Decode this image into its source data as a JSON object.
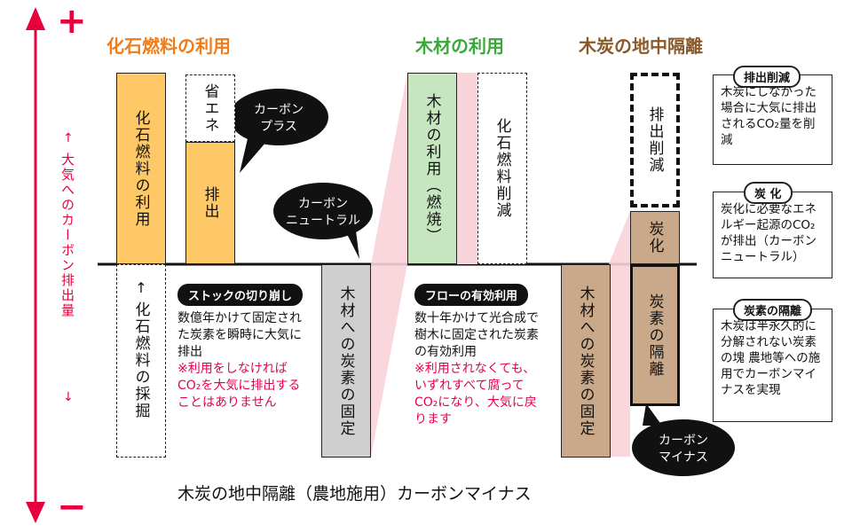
{
  "axis": {
    "plus": "+",
    "minus": "−",
    "label": "大気へのカーボン排出量",
    "up_arrow": "↑",
    "down_arrow": "↓",
    "color": "#e8003d"
  },
  "colors": {
    "orange": "#fdc865",
    "green": "#c6e6c0",
    "brown": "#c9a98a",
    "gray": "#cfcfcf",
    "pink": "#f8d3d9",
    "red_text": "#e5004f"
  },
  "sections": {
    "fossil": "化石燃料の利用",
    "wood": "木材の利用",
    "charcoal": "木炭の地中隔離"
  },
  "bars": {
    "fossil_use": "化石燃料の利用",
    "energy_saving": "省エネ",
    "emission": "排出",
    "fossil_mining": "化石燃料の採掘",
    "mining_arrow": "↑",
    "wood_fix_1": "木材への炭素の固定",
    "wood_use": "木材の利用（燃焼）",
    "fossil_reduction": "化石燃料削減",
    "wood_fix_2": "木材への炭素の固定",
    "emission_reduction": "排出削減",
    "carbonization": "炭化",
    "carbon_sequestration": "炭素の隔離"
  },
  "bubbles": {
    "carbon_plus": [
      "カーボン",
      "プラス"
    ],
    "carbon_neutral": [
      "カーボン",
      "ニュートラル"
    ],
    "carbon_minus": [
      "カーボン",
      "マイナス"
    ]
  },
  "stock": {
    "pill": "ストックの切り崩し",
    "text": "数億年かけて固定された炭素を瞬時に大気に排出",
    "note": "※利用をしなければCO₂を大気に排出することはありません"
  },
  "flow": {
    "pill": "フローの有効利用",
    "text": "数十年かけて光合成で樹木に固定された炭素の有効利用",
    "note": "※利用されなくても、いずれすべて腐ってCO₂になり、大気に戻ります"
  },
  "notes": [
    {
      "title": "排出削減",
      "text": "木炭にしなかった場合に大気に排出されるCO₂量を削減"
    },
    {
      "title": "炭 化",
      "text": "炭化に必要なエネルギー起源のCO₂が排出（カーボンニュートラル）"
    },
    {
      "title": "炭素の隔離",
      "text": "木炭は半永久的に分解されない炭素の塊 農地等への施用でカーボンマイナスを実現"
    }
  ],
  "bottom_caption": "木炭の地中隔離（農地施用）カーボンマイナス"
}
